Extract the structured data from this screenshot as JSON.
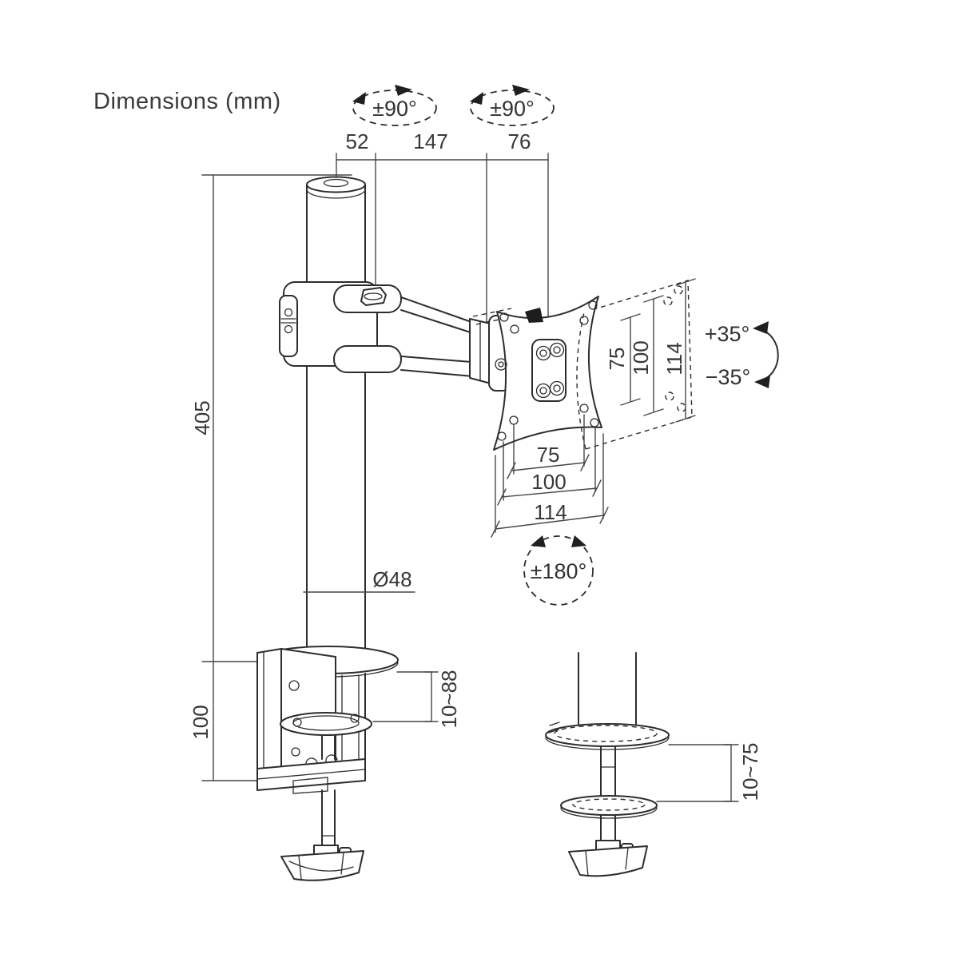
{
  "title": "Dimensions (mm)",
  "colors": {
    "line": "#2d2d2d",
    "dimension_line": "#474747",
    "text": "#333333",
    "background": "#ffffff",
    "fill_dark": "#1d1d1d"
  },
  "top": {
    "swivel_left": "±90°",
    "swivel_right": "±90°",
    "arm_offset": "52",
    "arm_length": "147",
    "head_length": "76"
  },
  "left": {
    "pole_height": "405",
    "clamp_height": "100"
  },
  "pole": {
    "diameter": "Ø48"
  },
  "vesa": {
    "vertical": {
      "v75": "75",
      "v100": "100",
      "v114": "114"
    },
    "horizontal": {
      "h75": "75",
      "h100": "100",
      "h114": "114"
    },
    "rotation": "±180°",
    "tilt_up": "+35°",
    "tilt_down": "−35°"
  },
  "clamp": {
    "thickness_range": "10~88"
  },
  "grommet": {
    "thickness_range": "10~75"
  }
}
